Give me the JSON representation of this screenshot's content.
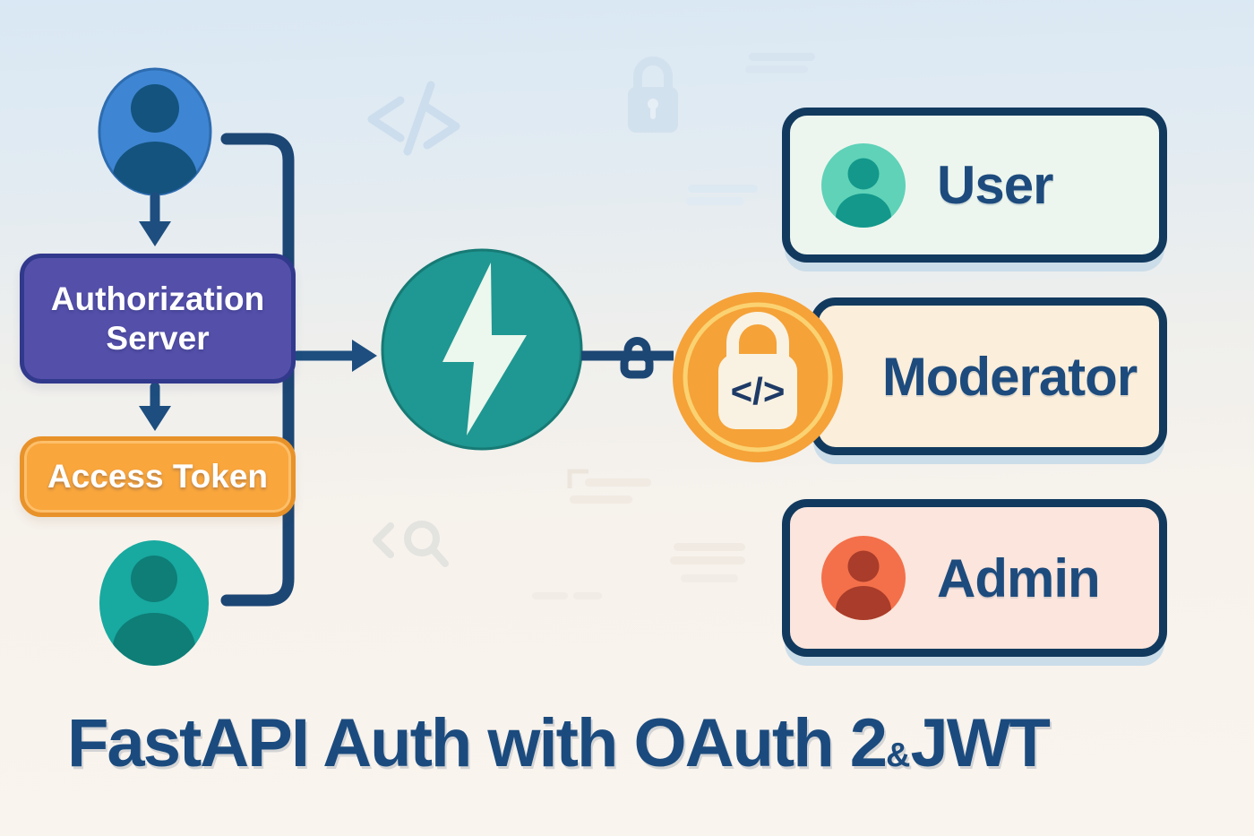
{
  "title": {
    "main": "FastAPI Auth with OAuth 2",
    "amp": "&",
    "suffix": "JWT"
  },
  "flow": {
    "client_avatar_icon": "person-avatar-blue",
    "auth_server_label": "Authorization Server",
    "access_token_label": "Access Token",
    "resource_avatar_icon": "person-avatar-teal",
    "api_icon": "lightning-bolt",
    "inline_lock_icon": "padlock"
  },
  "security_badge": {
    "icon": "padlock-with-code",
    "code_symbol": "</>"
  },
  "roles": [
    {
      "name": "User",
      "avatar_icon": "person-avatar-teal",
      "bg_color": "#edf6ee"
    },
    {
      "name": "Moderator",
      "avatar_icon": "padlock-code-badge",
      "bg_color": "#fbeedb"
    },
    {
      "name": "Admin",
      "avatar_icon": "person-avatar-red",
      "bg_color": "#fbe5dc"
    }
  ],
  "watermarks": [
    "code-brackets-icon",
    "padlock-icon",
    "text-lines",
    "search-icon"
  ],
  "colors": {
    "background_top": "#d9e8f4",
    "background_bottom": "#faf4ee",
    "connector_navy": "#1c4674",
    "auth_box_fill": "#5450aa",
    "auth_box_border": "#31398c",
    "token_box_fill": "#f9a63c",
    "token_box_border": "#e8922a",
    "api_circle_teal": "#1f9792",
    "bolt_cream": "#ecf7ed",
    "badge_orange": "#f5a238",
    "badge_ring": "#fbd271",
    "lock_cream": "#f9f2e2",
    "code_symbol_navy": "#1e3a66",
    "card_border_navy": "#123a5e",
    "card_shadow_blue": "#cbdde9",
    "role_label_navy": "#1d4b7d",
    "title_navy": "#1b4b7e",
    "avatar_blue": "#3e86d3",
    "avatar_blue_dark": "#14537e",
    "avatar_teal": "#18a9a0",
    "avatar_teal_dark": "#0e7e77",
    "avatar_mint": "#5fd2b8",
    "avatar_mint_dark": "#13988b",
    "avatar_red": "#f3704a",
    "avatar_red_dark": "#a93c2a"
  }
}
